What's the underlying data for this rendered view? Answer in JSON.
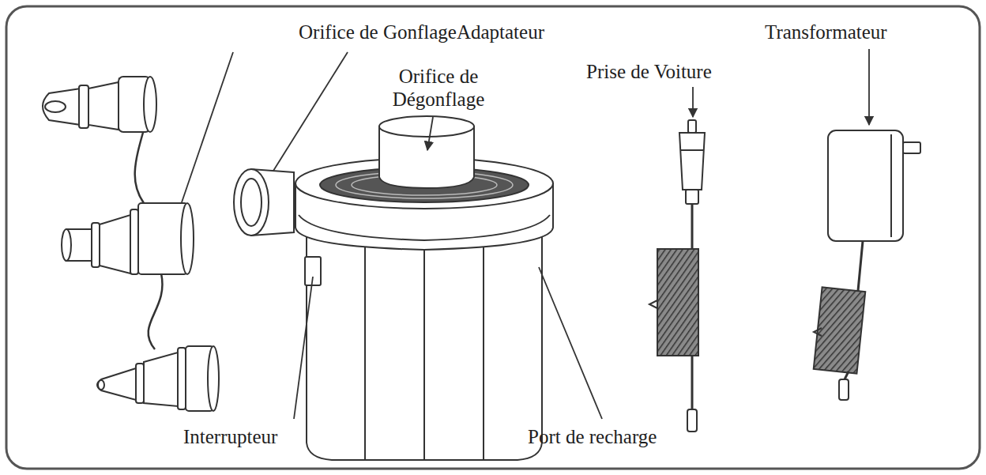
{
  "diagram": {
    "labels": [
      "Orifice de Gonflage",
      "Adaptateur",
      "Orifice de Dégonflage",
      "Prise de Voiture",
      "Transformateur",
      "Interrupteur",
      "Port de recharge"
    ]
  }
}
